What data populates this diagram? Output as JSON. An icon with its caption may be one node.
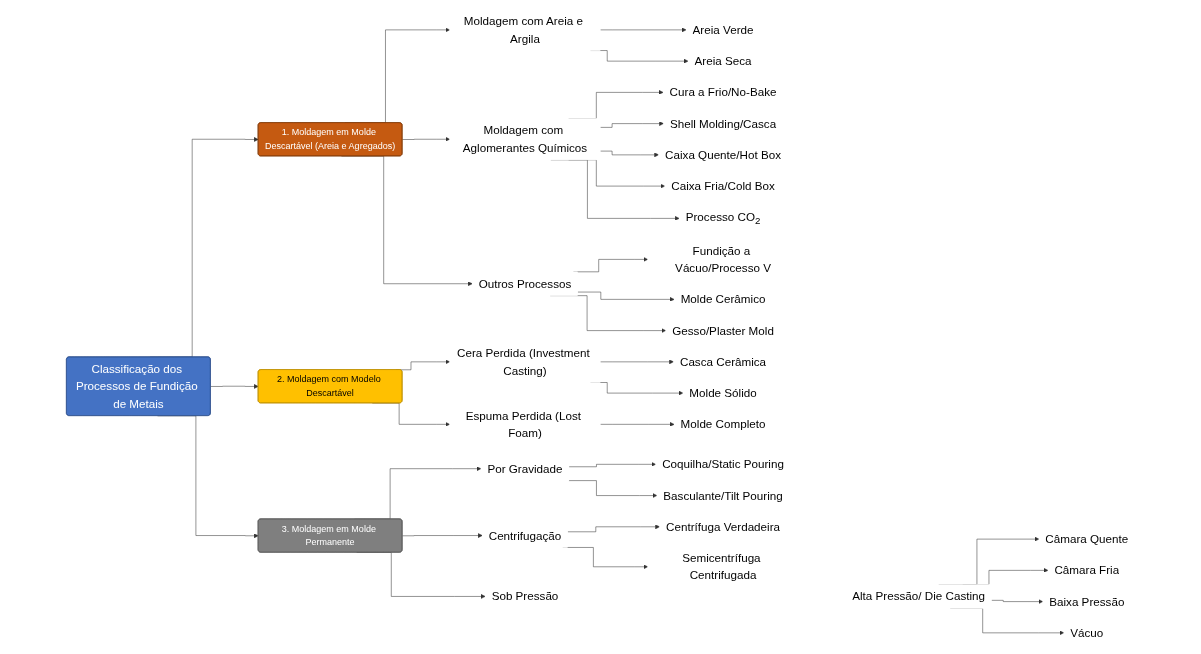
{
  "diagram": {
    "nodes": [
      {
        "text": [
          "Classificação dos Processos de Fundição de Metais"
        ]
      },
      {
        "text": [
          "1. Moldagem em Molde Descartável (Areia e Agregados)"
        ]
      },
      {
        "text": [
          "2. Moldagem com Modelo Descartável"
        ]
      },
      {
        "text": [
          "3. Moldagem em Molde Permanente"
        ]
      },
      {
        "text": [
          "Moldagem com Areia e Argila"
        ]
      },
      {
        "text": [
          "Areia Verde"
        ]
      },
      {
        "text": [
          "Areia Seca"
        ]
      },
      {
        "text": [
          "Moldagem com Aglomerantes Químicos"
        ]
      },
      {
        "text": [
          "Cura a Frio/No-Bake"
        ]
      },
      {
        "text": [
          "Shell Molding/Casca"
        ]
      },
      {
        "text": [
          "Caixa Quente/Hot Box"
        ]
      },
      {
        "text": [
          "Caixa Fria/Cold Box"
        ]
      },
      {
        "text": [
          "Processo CO$_{2}$"
        ]
      },
      {
        "text": [
          "Outros Processos"
        ]
      },
      {
        "text": [
          "Fundição a Vácuo/Processo V"
        ]
      },
      {
        "text": [
          "Molde Cerâmico"
        ]
      },
      {
        "text": [
          "Gesso/Plaster Mold"
        ]
      },
      {
        "text": [
          "Cera Perdida (Investment Casting)"
        ]
      },
      {
        "text": [
          "Espuma Perdida (Lost Foam)"
        ]
      },
      {
        "text": [
          "Casca Cerâmica"
        ]
      },
      {
        "text": [
          "Molde Sólido"
        ]
      },
      {
        "text": [
          "Molde Completo"
        ]
      },
      {
        "text": [
          "Por Gravidade"
        ]
      },
      {
        "text": [
          "Coquilha/Static Pouring"
        ]
      },
      {
        "text": [
          "Basculante/Tilt Pouring"
        ]
      },
      {
        "text": [
          "Sob Pressão"
        ]
      },
      {
        "text": [
          "Alta Pressão/ Die Casting"
        ]
      },
      {
        "text": [
          "Câmara Quente"
        ]
      },
      {
        "text": [
          "Câmara Fria"
        ]
      },
      {
        "text": [
          "Baixa Pressão"
        ]
      },
      {
        "text": [
          "Vácuo"
        ]
      },
      {
        "text": [
          "Centrifugação"
        ]
      },
      {
        "text": [
          "Centrífuga Verdadeira"
        ]
      },
      {
        "text": [
          "Semicentrífuga Centrifugada"
        ]
      }
    ],
    "edges": [
      {
        "from": 0,
        "to": 1,
        "arrow": "to"
      },
      {
        "from": 0,
        "to": 2,
        "arrow": "to"
      },
      {
        "from": 0,
        "to": 3,
        "arrow": "to"
      },
      {
        "from": 1,
        "to": 4,
        "arrow": "to"
      },
      {
        "from": 1,
        "to": 7,
        "arrow": "to"
      },
      {
        "from": 1,
        "to": 13,
        "arrow": "to"
      },
      {
        "from": 4,
        "to": 5,
        "arrow": "to"
      },
      {
        "from": 4,
        "to": 6,
        "arrow": "to"
      },
      {
        "from": 7,
        "to": 8,
        "arrow": "to"
      },
      {
        "from": 7,
        "to": 9,
        "arrow": "to"
      },
      {
        "from": 7,
        "to": 10,
        "arrow": "to"
      },
      {
        "from": 7,
        "to": 11,
        "arrow": "to"
      },
      {
        "from": 7,
        "to": 12,
        "arrow": "to"
      },
      {
        "from": 13,
        "to": 14,
        "arrow": "to"
      },
      {
        "from": 13,
        "to": 15,
        "arrow": "to"
      },
      {
        "from": 13,
        "to": 16,
        "arrow": "to"
      },
      {
        "from": 2,
        "to": 17,
        "arrow": "to"
      },
      {
        "from": 2,
        "to": 18,
        "arrow": "to"
      },
      {
        "from": 17,
        "to": 19,
        "arrow": "to"
      },
      {
        "from": 17,
        "to": 20,
        "arrow": "to"
      },
      {
        "from": 18,
        "to": 21,
        "arrow": "to"
      },
      {
        "from": 3,
        "to": 22,
        "arrow": "to"
      },
      {
        "from": 3,
        "to": 25,
        "arrow": "to"
      },
      {
        "from": 3,
        "to": 31,
        "arrow": "to"
      },
      {
        "from": 22,
        "to": 23,
        "arrow": "to"
      },
      {
        "from": 22,
        "to": 24,
        "arrow": "to"
      },
      {
        "from": 26,
        "to": 27,
        "arrow": "to"
      },
      {
        "from": 26,
        "to": 28,
        "arrow": "to"
      },
      {
        "from": 26,
        "to": 29,
        "arrow": "to"
      },
      {
        "from": 26,
        "to": 30,
        "arrow": "to"
      },
      {
        "from": 31,
        "to": 32,
        "arrow": "to"
      },
      {
        "from": 31,
        "to": 33,
        "arrow": "to"
      }
    ]
  }
}
